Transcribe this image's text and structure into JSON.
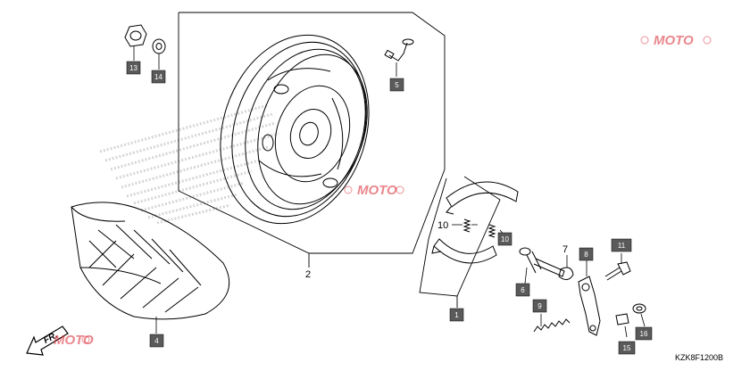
{
  "diagram": {
    "drawing_code": "KZK8F1200B",
    "direction_label": "FR.",
    "watermark": "MOTO",
    "callouts": [
      {
        "id": "c13",
        "label": "13",
        "boxed": true
      },
      {
        "id": "c14",
        "label": "14",
        "boxed": true
      },
      {
        "id": "c5",
        "label": "5",
        "boxed": true
      },
      {
        "id": "c2",
        "label": "2",
        "boxed": false
      },
      {
        "id": "c4",
        "label": "4",
        "boxed": true
      },
      {
        "id": "c10a",
        "label": "10",
        "boxed": false
      },
      {
        "id": "c10b",
        "label": "10",
        "boxed": true
      },
      {
        "id": "c1",
        "label": "1",
        "boxed": true
      },
      {
        "id": "c6",
        "label": "6",
        "boxed": true
      },
      {
        "id": "c7",
        "label": "7",
        "boxed": false
      },
      {
        "id": "c8",
        "label": "8",
        "boxed": true
      },
      {
        "id": "c9",
        "label": "9",
        "boxed": true
      },
      {
        "id": "c11",
        "label": "11",
        "boxed": true
      },
      {
        "id": "c15",
        "label": "15",
        "boxed": true
      },
      {
        "id": "c16",
        "label": "16",
        "boxed": true
      }
    ],
    "colors": {
      "callout_box": "#5a5a5a",
      "line": "#000000",
      "watermark": "#d9232d",
      "background_logo": "#d6d6d6"
    }
  }
}
